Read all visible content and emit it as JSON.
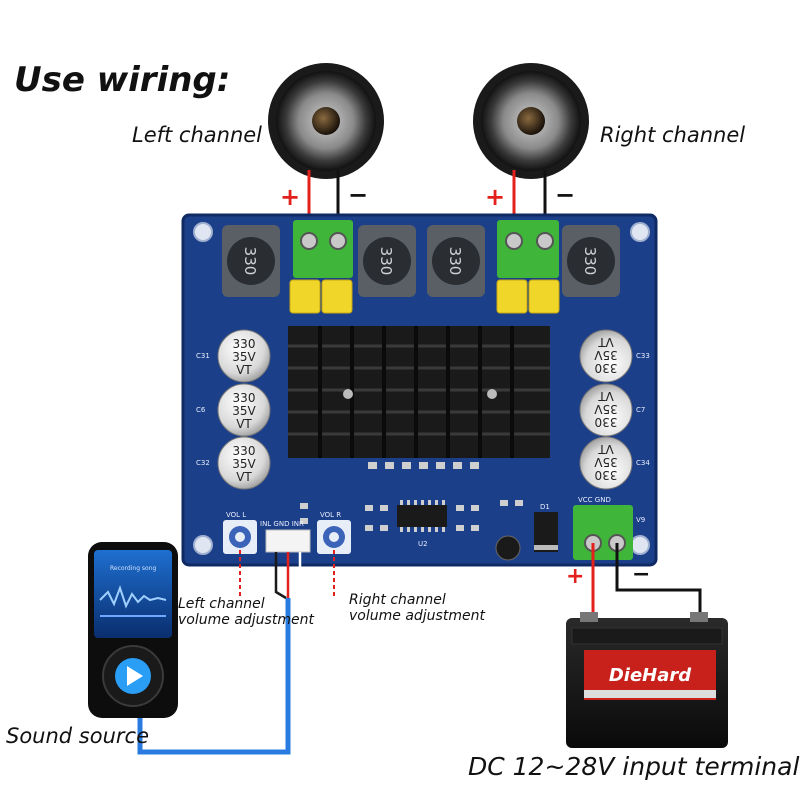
{
  "title": "Use wiring:",
  "speakers": {
    "left_label": "Left channel",
    "right_label": "Right channel"
  },
  "polarity": {
    "plus": "+",
    "minus": "−"
  },
  "board": {
    "inductor_labels": [
      "330",
      "330",
      "330",
      "330"
    ],
    "capacitor_text": [
      "330",
      "35V",
      "VT"
    ],
    "cap_ids_left": [
      "C31",
      "C6",
      "C32"
    ],
    "cap_ids_right": [
      "C33",
      "C7",
      "C34"
    ],
    "silk": {
      "vol_l": "VOL  L",
      "vol_r": "VOL  R",
      "input_pins": "INL  GND  INR",
      "power_pins": "VCC  GND",
      "chip_id": "U2",
      "power_ref": "V9",
      "d1": "D1"
    },
    "terminal_plus": "+",
    "terminal_minus": "−"
  },
  "adjust": {
    "left": [
      "Left channel",
      "volume adjustment"
    ],
    "right": [
      "Right channel",
      "volume adjustment"
    ]
  },
  "sound_source": "Sound source",
  "player_screen": "Recording song",
  "battery": {
    "brand": "DieHard"
  },
  "dc_input": "DC 12~28V input terminal",
  "colors": {
    "pcb": "#1c3f8a",
    "heatsink": "#1a1a1a",
    "terminal": "#3fb53a",
    "wire_pos": "#e3201b",
    "wire_neg": "#111111",
    "audio_cable": "#2a7be0",
    "battery_label": "#c8201a"
  }
}
